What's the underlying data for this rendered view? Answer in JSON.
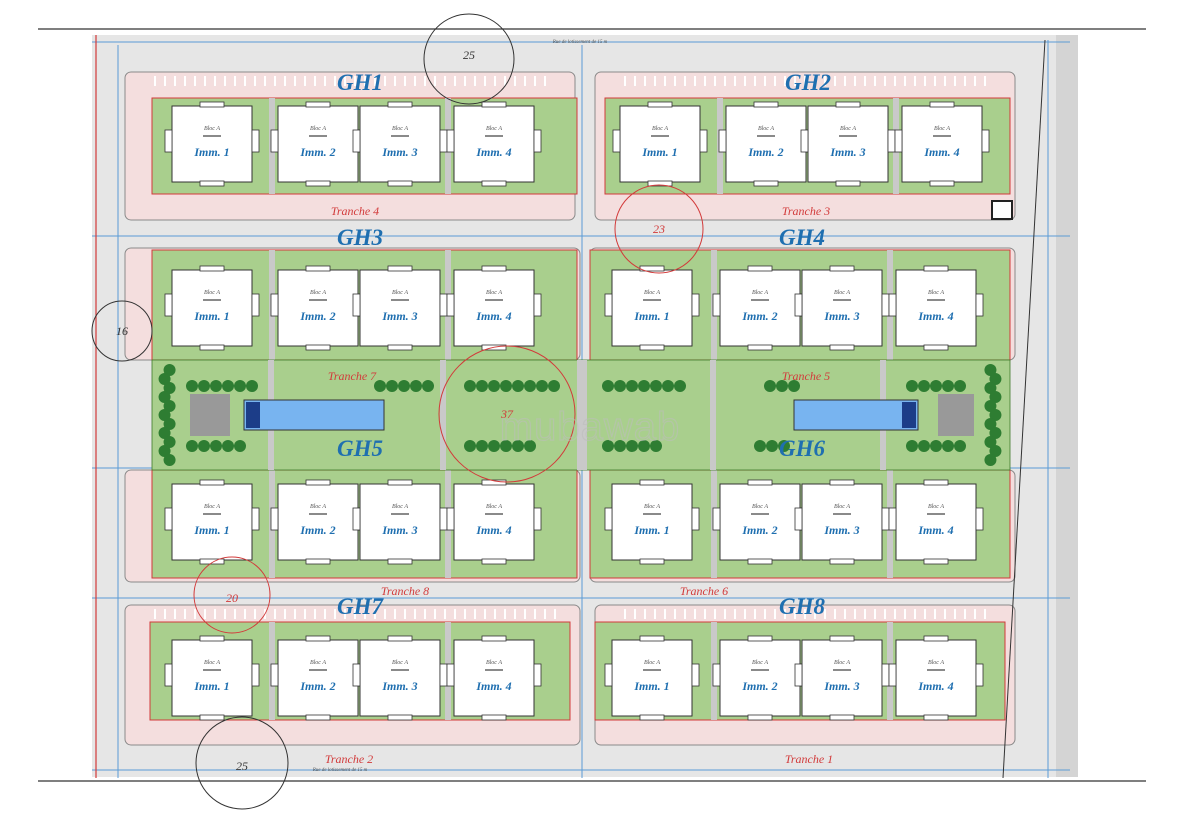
{
  "groups": [
    {
      "id": "GH1",
      "tranche": "Tranche 4"
    },
    {
      "id": "GH2",
      "tranche": "Tranche 3"
    },
    {
      "id": "GH3",
      "tranche": "Tranche 7"
    },
    {
      "id": "GH4",
      "tranche": "Tranche 5"
    },
    {
      "id": "GH5",
      "tranche": "Tranche 8"
    },
    {
      "id": "GH6",
      "tranche": "Tranche 6"
    },
    {
      "id": "GH7",
      "tranche": "Tranche 2"
    },
    {
      "id": "GH8",
      "tranche": "Tranche 1"
    }
  ],
  "buildings": [
    "Imm. 1",
    "Imm. 2",
    "Imm. 3",
    "Imm. 4"
  ],
  "bloc_label": "Bloc A",
  "diameters": {
    "top": "25",
    "left": "16",
    "mid": "23",
    "center": "37",
    "lower": "20",
    "bottom": "25"
  },
  "road_labels": {
    "top": "Rue de lotissement de 15 m",
    "bottom": "Rue de lotissement de 15 m"
  },
  "watermark": "mubawab",
  "colors": {
    "label_blue": "#1f6fb0",
    "tranche_red": "#d23a3a",
    "grass": "#a9cf8d",
    "parcel_pink": "#f4dede",
    "pool": "#78b4f0",
    "grid_blue": "#5b9bd5"
  }
}
